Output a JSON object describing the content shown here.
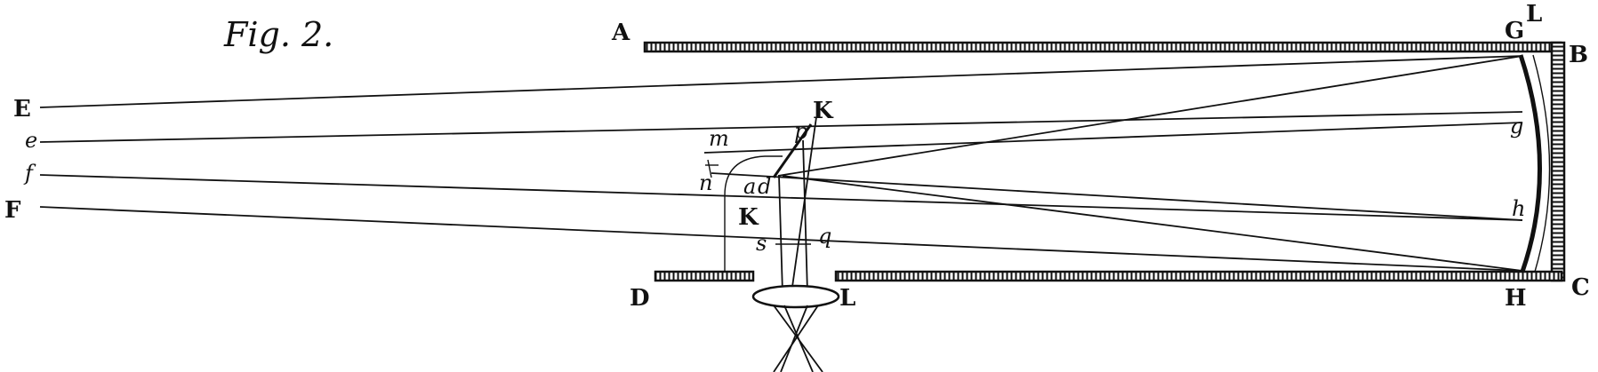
{
  "figure": {
    "title": "Fig. 2.",
    "labels": {
      "A": "A",
      "B": "B",
      "C": "C",
      "D": "D",
      "E": "E",
      "F": "F",
      "G": "G",
      "H": "H",
      "K_top": "K",
      "K_mid": "K",
      "L_top": "L",
      "L_bottom": "L",
      "e": "e",
      "f": "f",
      "g": "g",
      "h": "h",
      "m": "m",
      "n": "n",
      "p": "p",
      "q": "q",
      "s": "s",
      "a": "a",
      "d": "d"
    }
  }
}
